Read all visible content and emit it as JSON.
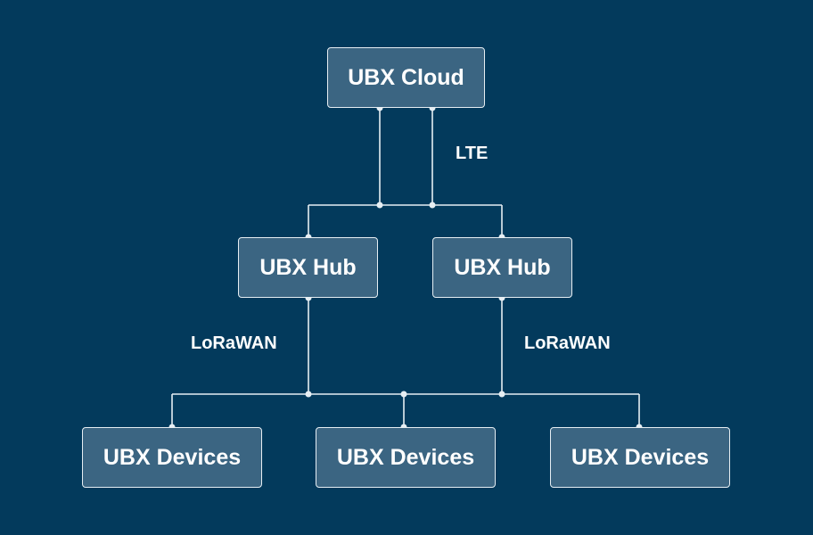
{
  "diagram": {
    "background": "#033a5c",
    "node_fill": "#3b6582",
    "line_color": "#e6eef3",
    "cloud": {
      "label": "UBX Cloud"
    },
    "uplink_label": "LTE",
    "hubs": [
      {
        "label": "UBX Hub"
      },
      {
        "label": "UBX Hub"
      }
    ],
    "downlink_labels": [
      "LoRaWAN",
      "LoRaWAN"
    ],
    "devices": [
      {
        "label": "UBX Devices"
      },
      {
        "label": "UBX Devices"
      },
      {
        "label": "UBX Devices"
      }
    ]
  }
}
